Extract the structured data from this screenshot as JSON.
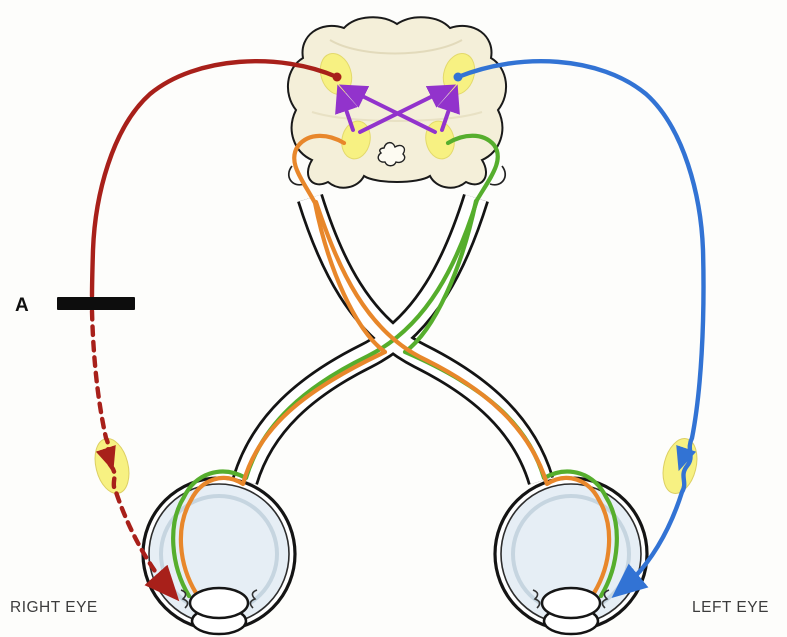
{
  "labels": {
    "lesion_site": "A",
    "right_eye": "RIGHT EYE",
    "left_eye": "LEFT EYE"
  },
  "colors": {
    "efferent_right": "#a8201a",
    "efferent_left": "#3273d4",
    "afferent_orange": "#e8872b",
    "afferent_green": "#56ae2d",
    "internuncial_purple": "#9233cc",
    "nucleus_yellow": "#f7f182",
    "ganglion_yellow": "#f7f182",
    "midbrain_fill": "#f4efd9",
    "eye_interior": "#e6eef5",
    "lesion_bar": "#0d0d0d",
    "outline_black": "#141414"
  },
  "structures": [
    "midbrain-section",
    "cerebral-aqueduct",
    "pretectal-nucleus-left",
    "pretectal-nucleus-right",
    "edinger-westphal-nucleus-left",
    "edinger-westphal-nucleus-right",
    "optic-nerve-chiasm-crossing",
    "ciliary-ganglion-right",
    "ciliary-ganglion-left",
    "right-eye-globe",
    "left-eye-globe",
    "lesion-site-A"
  ],
  "pathways": [
    {
      "name": "efferent-parasympathetic-to-right-eye",
      "color": "#a8201a",
      "style": "solid, dashed after lesion A"
    },
    {
      "name": "efferent-parasympathetic-to-left-eye",
      "color": "#3273d4",
      "style": "solid"
    },
    {
      "name": "afferent-fibres-to-left-pretectal-nucleus",
      "color": "#e8872b",
      "style": "solid"
    },
    {
      "name": "afferent-fibres-to-right-pretectal-nucleus",
      "color": "#56ae2d",
      "style": "solid"
    },
    {
      "name": "internuncial-neurons-pretectal-to-edinger-westphal",
      "color": "#9233cc",
      "style": "solid"
    }
  ]
}
